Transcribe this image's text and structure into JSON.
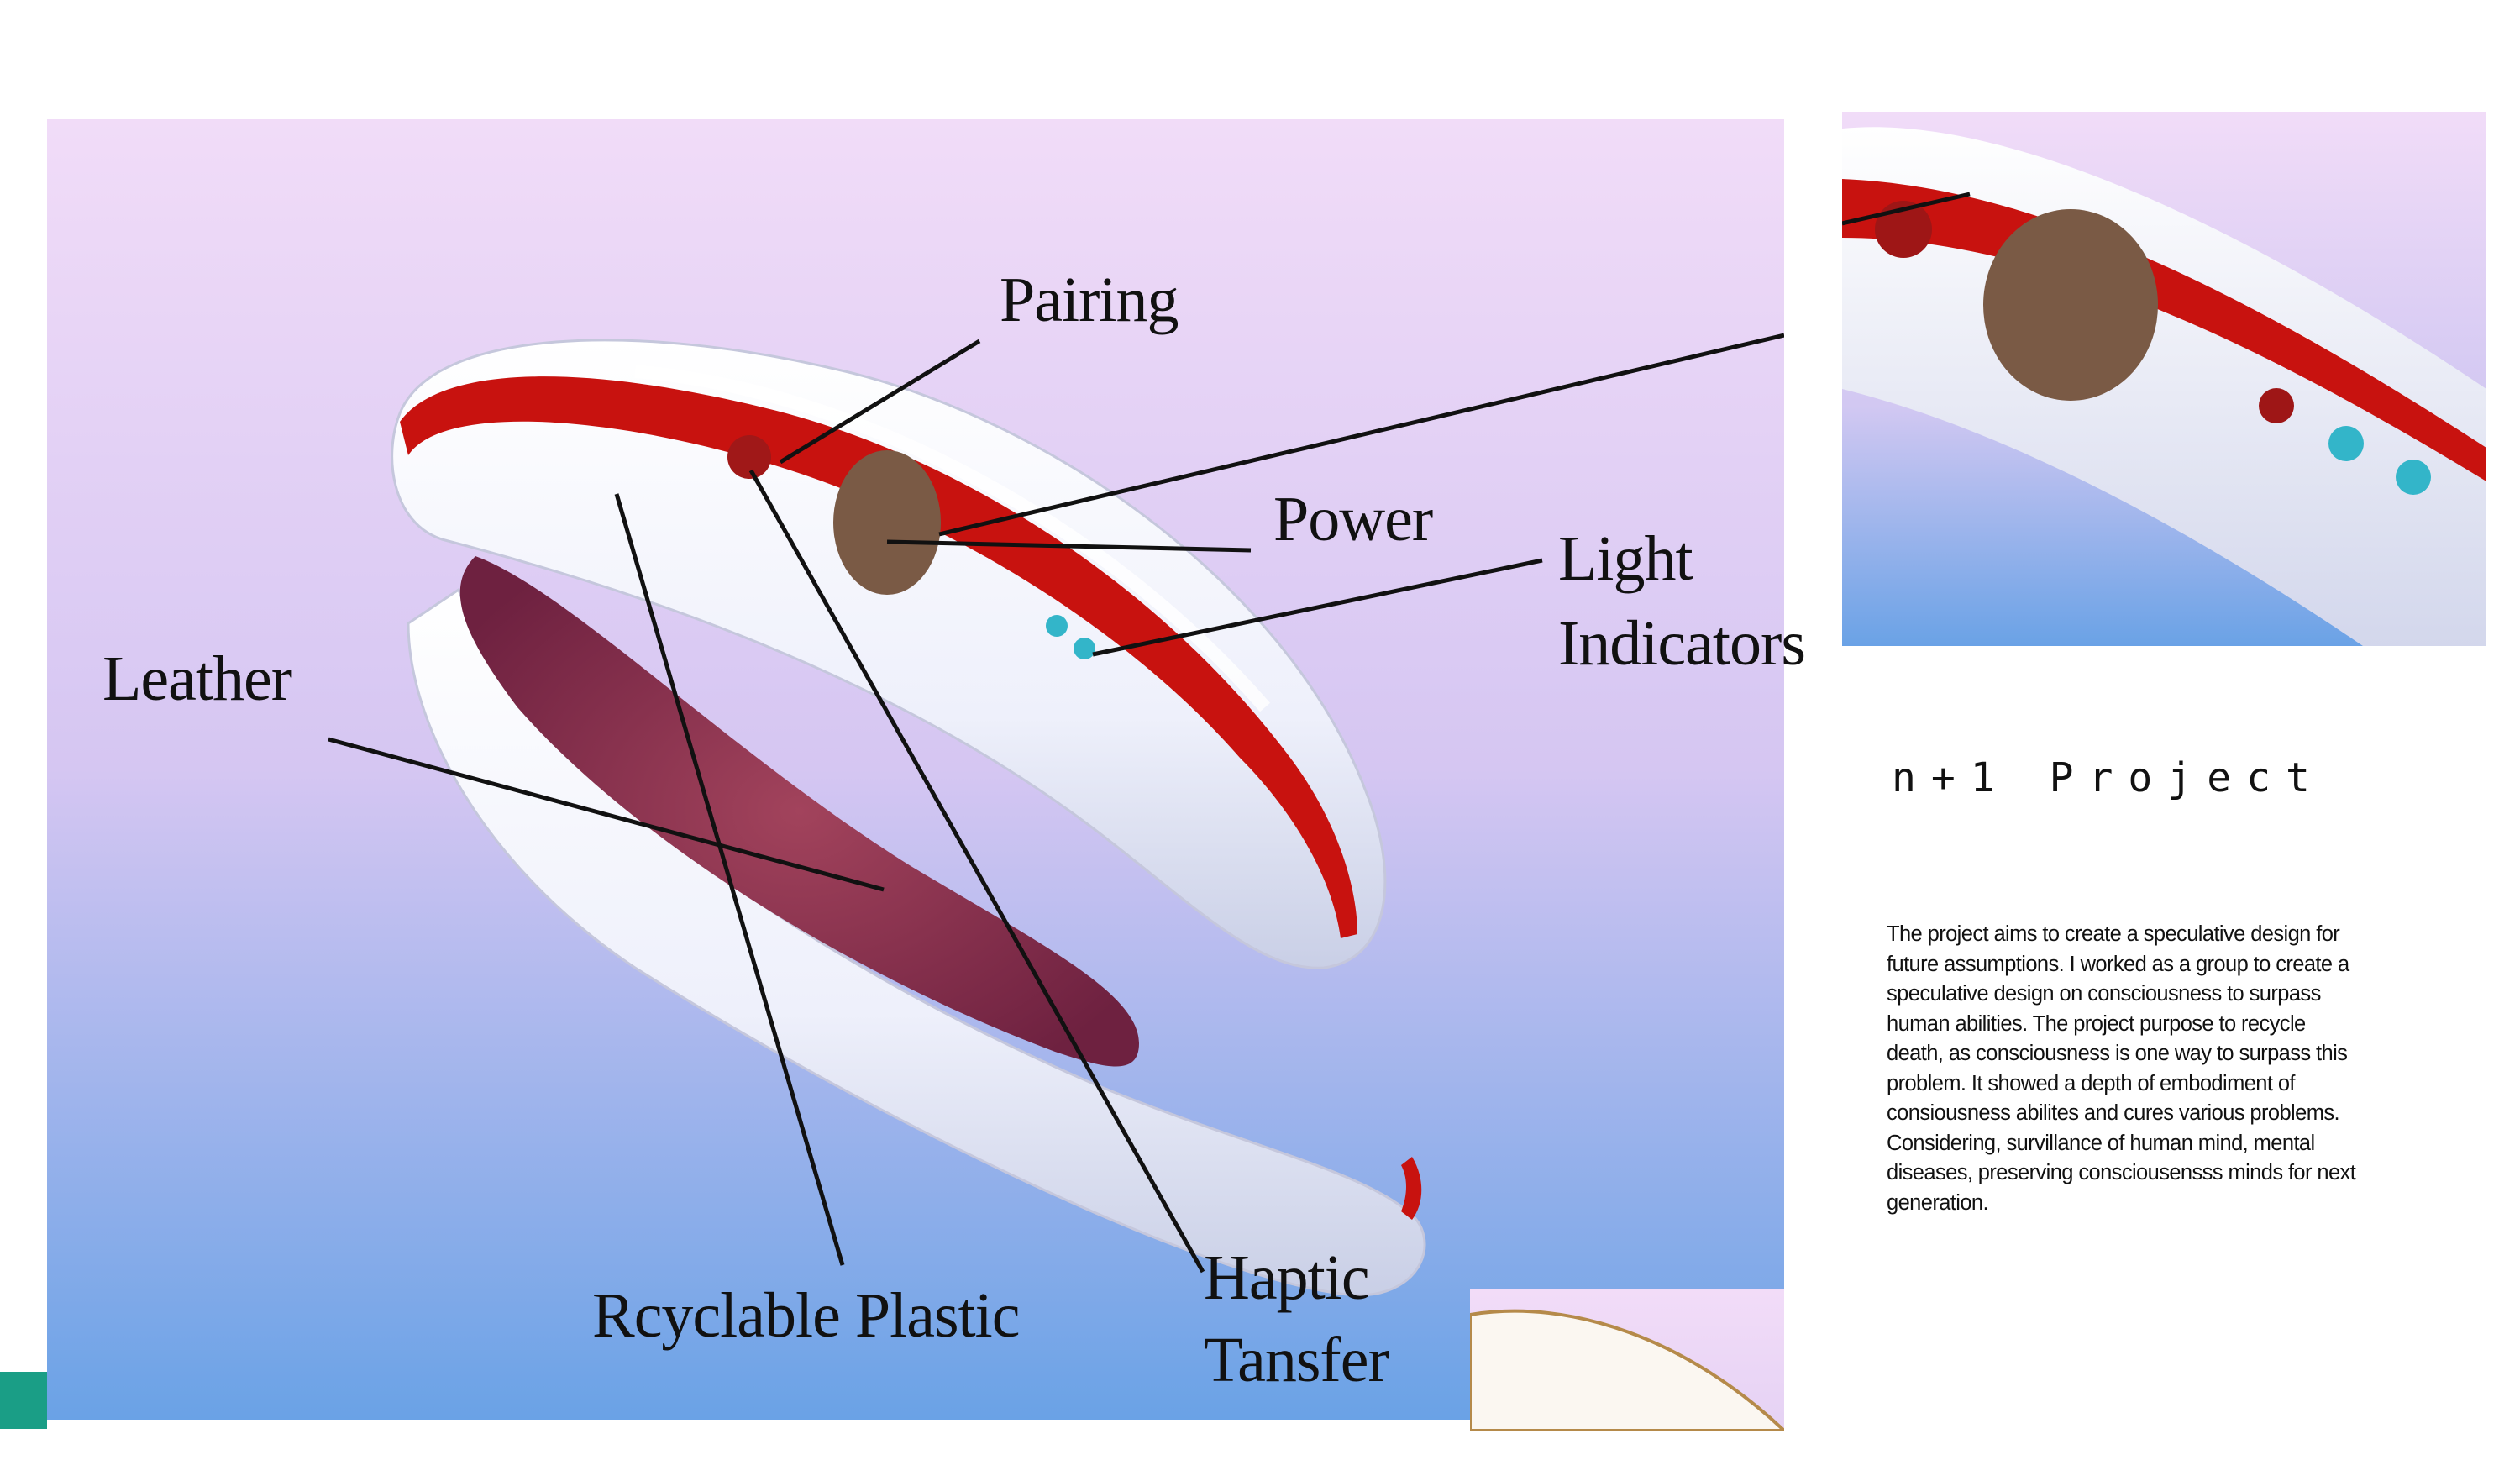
{
  "callouts": {
    "pairing": "Pairing",
    "power": "Power",
    "light_indicators_line1": "Light",
    "light_indicators_line2": "Indicators",
    "leather": "Leather",
    "recyclable_plastic": "Rcyclable Plastic",
    "haptic_transfer_line1": "Haptic",
    "haptic_transfer_line2": "Tansfer"
  },
  "project": {
    "title": "n+1 Project",
    "description": "The project aims to create a speculative design for future assumptions. I worked as a group to create a speculative design on consciousness to surpass human abilities. The project purpose to recycle death, as consciousness is one way to surpass this problem. It showed a depth of embodiment of consiousness abilites and cures various problems. Considering, survillance of human mind, mental diseases, preserving consciousensss minds for next generation."
  },
  "colors": {
    "background_top": "#f1dcf8",
    "background_bottom": "#6aa2e6",
    "band_red": "#c8120f",
    "power_button_brown": "#7a5a45",
    "indicator_cyan": "#33b5c9",
    "leather": "#8c2f4c",
    "accent_teal": "#1a9e86"
  }
}
